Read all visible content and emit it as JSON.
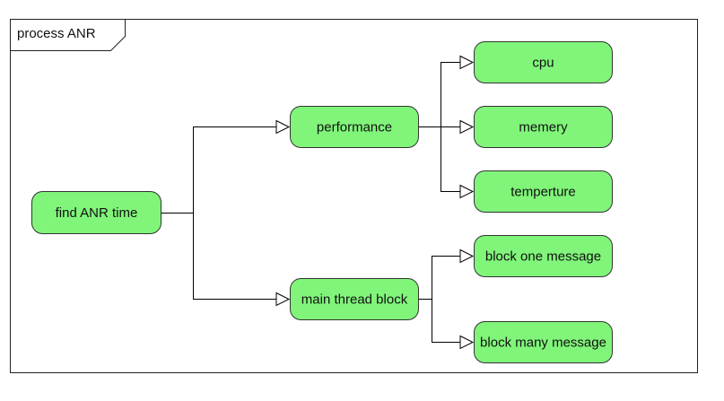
{
  "frame": {
    "title": "process ANR"
  },
  "colors": {
    "node_fill": "#80f57a",
    "node_stroke": "#333333",
    "line": "#000000",
    "frame_stroke": "#222222"
  },
  "nodes": {
    "find_anr_time": "find ANR time",
    "performance": "performance",
    "main_thread_block": "main thread block",
    "cpu": "cpu",
    "memery": "memery",
    "temperture": "temperture",
    "block_one_message": "block one message",
    "block_many_message": "block many message"
  },
  "edges": [
    {
      "from": "find_anr_time",
      "to": "performance"
    },
    {
      "from": "find_anr_time",
      "to": "main_thread_block"
    },
    {
      "from": "performance",
      "to": "cpu"
    },
    {
      "from": "performance",
      "to": "memery"
    },
    {
      "from": "performance",
      "to": "temperture"
    },
    {
      "from": "main_thread_block",
      "to": "block_one_message"
    },
    {
      "from": "main_thread_block",
      "to": "block_many_message"
    }
  ]
}
